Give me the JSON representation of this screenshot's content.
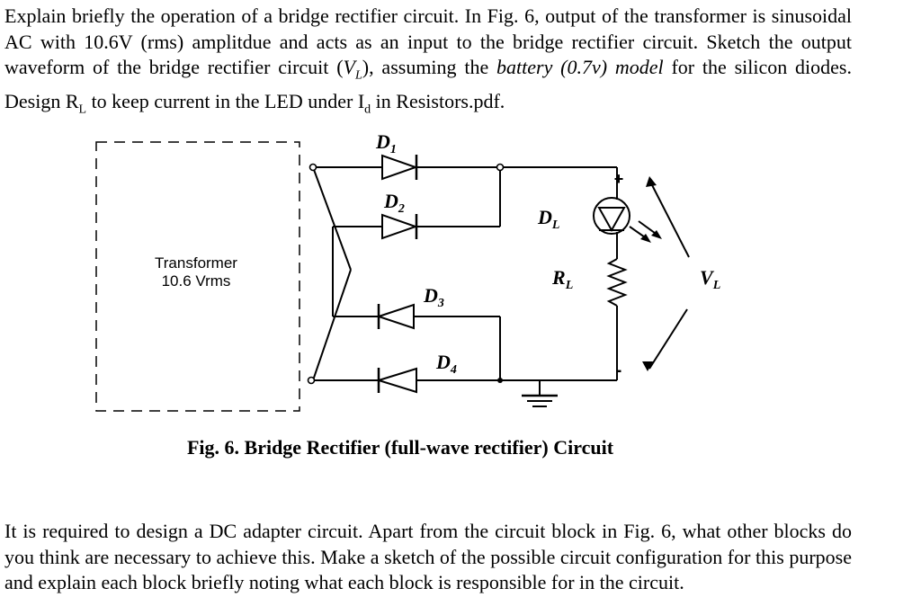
{
  "question1": {
    "t1": "Explain briefly the operation of a bridge rectifier circuit. In Fig. 6, output of the transformer is sinusoidal AC  with 10.6V (rms) amplitdue and acts as an input to the bridge rectifier circuit. Sketch the output waveform of the bridge rectifier circuit (",
    "vl_v": "V",
    "vl_sub": "L",
    "t2": "), assuming the ",
    "battery_model": "battery (0.7v) model",
    "t3": " for the silicon diodes. Design R",
    "rl_sub": "L",
    "t4": " to keep current in the LED under I",
    "id_sub": "d",
    "t5": " in Resistors.pdf."
  },
  "figure": {
    "transformer_line1": "Transformer",
    "transformer_line2": "10.6 Vrms",
    "d1": "D",
    "d1_sub": "1",
    "d2": "D",
    "d2_sub": "2",
    "d3": "D",
    "d3_sub": "3",
    "d4": "D",
    "d4_sub": "4",
    "dl": "D",
    "dl_sub": "L",
    "rl": "R",
    "rl_sub": "L",
    "vl": "V",
    "vl_sub": "L",
    "plus": "+",
    "minus": "-",
    "caption": "Fig. 6. Bridge Rectifier (full-wave rectifier) Circuit"
  },
  "question2": {
    "text": "It is required to design a DC adapter circuit. Apart from the circuit block in Fig. 6, what other blocks do you think are necessary to achieve this. Make a sketch of the possible circuit configuration for this purpose and explain each block briefly noting what each block is responsible for in the circuit."
  }
}
